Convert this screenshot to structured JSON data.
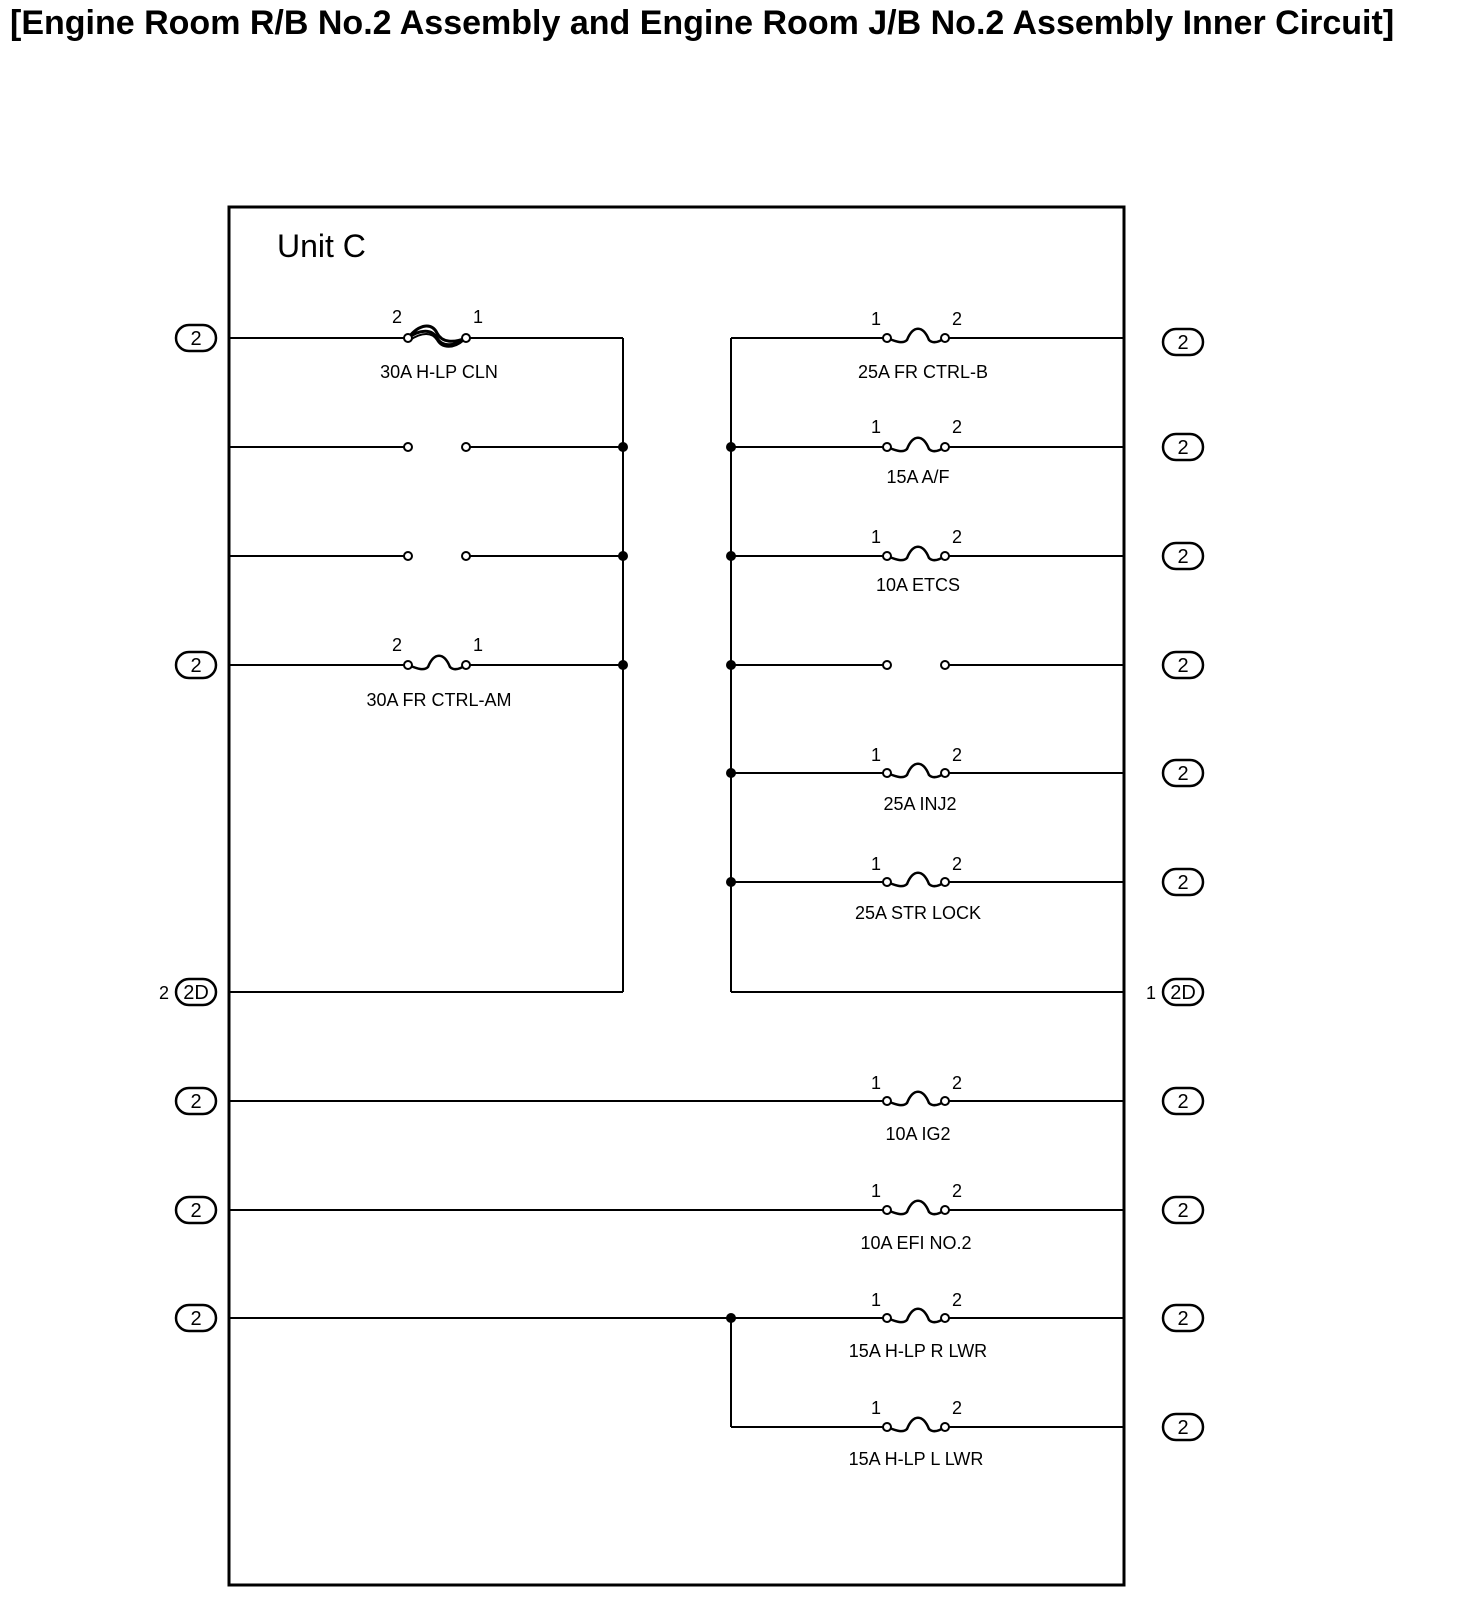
{
  "title": "[Engine Room R/B No.2 Assembly and Engine Room J/B No.2 Assembly Inner Circuit]",
  "unit_label": "Unit C",
  "pin_one": "1",
  "pin_two": "2",
  "connector_label": "2",
  "connector_2d_label": "2D",
  "left_2d_pin": "2",
  "right_2d_pin": "1",
  "fuses": {
    "hlp_cln": "30A H-LP CLN",
    "fr_ctrl_am": "30A FR CTRL-AM",
    "fr_ctrl_b": "25A FR CTRL-B",
    "af": "15A A/F",
    "etcs": "10A ETCS",
    "inj2": "25A INJ2",
    "str_lock": "25A STR LOCK",
    "ig2": "10A IG2",
    "efi_no2": "10A EFI NO.2",
    "hlp_r_lwr": "15A H-LP R LWR",
    "hlp_l_lwr": "15A H-LP L LWR"
  },
  "colors": {
    "line": "#000000",
    "background": "#ffffff"
  }
}
